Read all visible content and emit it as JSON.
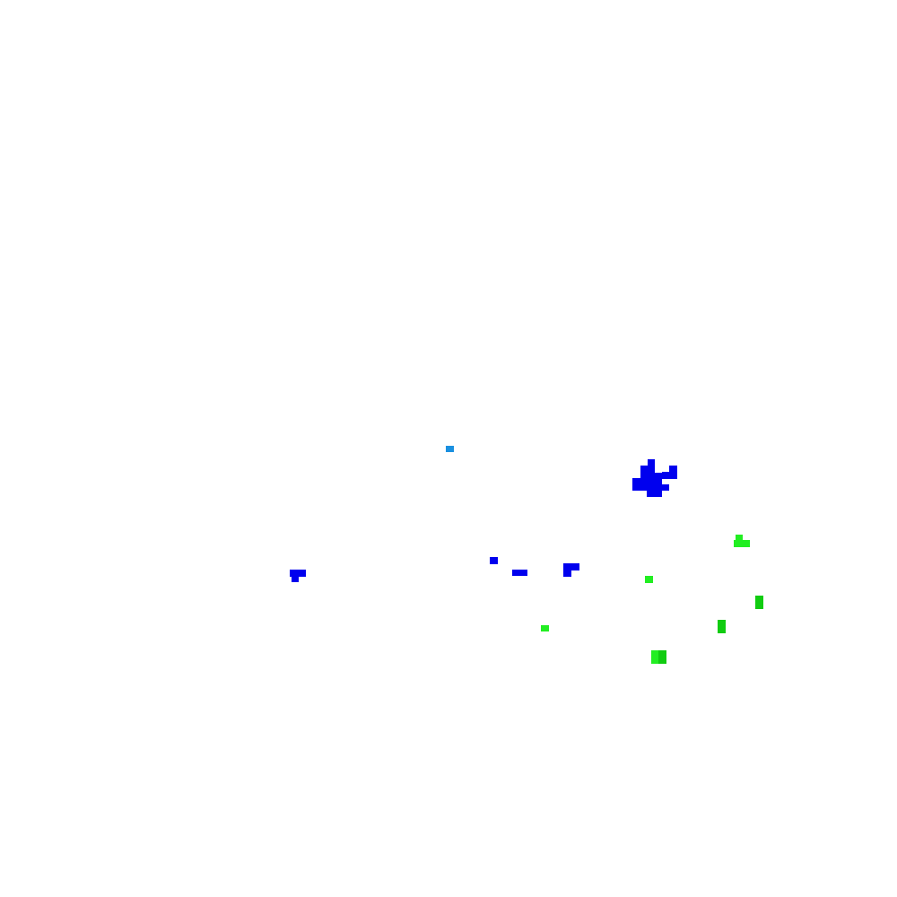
{
  "palette": {
    "background": "#ffffff",
    "blue": "#0000ee",
    "sky": "#1a90e0",
    "green_light": "#22ee22",
    "green_mid": "#11cc11",
    "green_dark": "#00aa00"
  },
  "clusters": [
    {
      "name": "sky-dot",
      "color": "sky"
    },
    {
      "name": "blue-blob-large",
      "color": "blue"
    },
    {
      "name": "blue-mark-left",
      "color": "blue"
    },
    {
      "name": "blue-dot-center",
      "color": "blue"
    },
    {
      "name": "blue-dash-center",
      "color": "blue"
    },
    {
      "name": "blue-mark-right",
      "color": "blue"
    },
    {
      "name": "green-mark-upper",
      "color": "green_light"
    },
    {
      "name": "green-dot-mid",
      "color": "green_light"
    },
    {
      "name": "green-bar-right",
      "color": "green_mid"
    },
    {
      "name": "green-bar-lower",
      "color": "green_mid"
    },
    {
      "name": "green-dot-left",
      "color": "green_light"
    },
    {
      "name": "green-block-bottom",
      "color": "green_mixed"
    }
  ]
}
